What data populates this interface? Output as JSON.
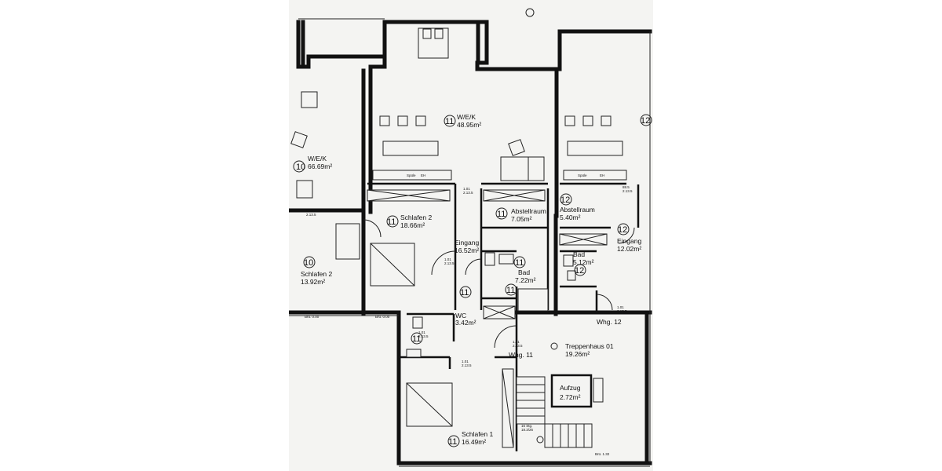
{
  "rooms": [
    {
      "id": "10a",
      "number": "10",
      "name": "W/E/K",
      "area": "66.69m²"
    },
    {
      "id": "11a",
      "number": "11",
      "name": "W/E/K",
      "area": "48.95m²"
    },
    {
      "id": "12a",
      "number": "12",
      "name": "",
      "area": ""
    },
    {
      "id": "10b",
      "number": "10",
      "name": "Schlafen  2",
      "area": "13.92m²"
    },
    {
      "id": "11b",
      "number": "11",
      "name": "Schlafen  2",
      "area": "18.66m²"
    },
    {
      "id": "11c",
      "number": "11",
      "name": "Abstellraum",
      "area": "7.05m²"
    },
    {
      "id": "12b",
      "number": "12",
      "name": "Abstellraum",
      "area": "5.40m²"
    },
    {
      "id": "11d",
      "number": "11",
      "name": "Eingang",
      "area": "16.52m²"
    },
    {
      "id": "12c",
      "number": "12",
      "name": "Eingang",
      "area": "12.02m²"
    },
    {
      "id": "11e",
      "number": "11",
      "name": "Bad",
      "area": "7.22m²"
    },
    {
      "id": "12d",
      "number": "12",
      "name": "Bad",
      "area": "5.12m²"
    },
    {
      "id": "11f",
      "number": "11",
      "name": "WC",
      "area": "3.42m²"
    },
    {
      "id": "01",
      "number": "",
      "name": "Treppenhaus 01",
      "area": "19.26m²"
    },
    {
      "id": "aufzug",
      "number": "",
      "name": "Aufzug",
      "area": "2.72m²"
    },
    {
      "id": "11g",
      "number": "11",
      "name": "Schlafen  1",
      "area": "16.49m²"
    }
  ],
  "unit_labels": [
    "Whg. 11",
    "Whg. 12"
  ],
  "kitchen_labels": [
    "Spüle",
    "EH"
  ],
  "door_notes": [
    "1.01",
    "2.13.5",
    "88.5",
    "2.13.5"
  ],
  "stair_note": [
    "16 Stg.",
    "18.3/26"
  ],
  "sill_notes": [
    "Brü. 0.00",
    "Brü. 1.32"
  ]
}
